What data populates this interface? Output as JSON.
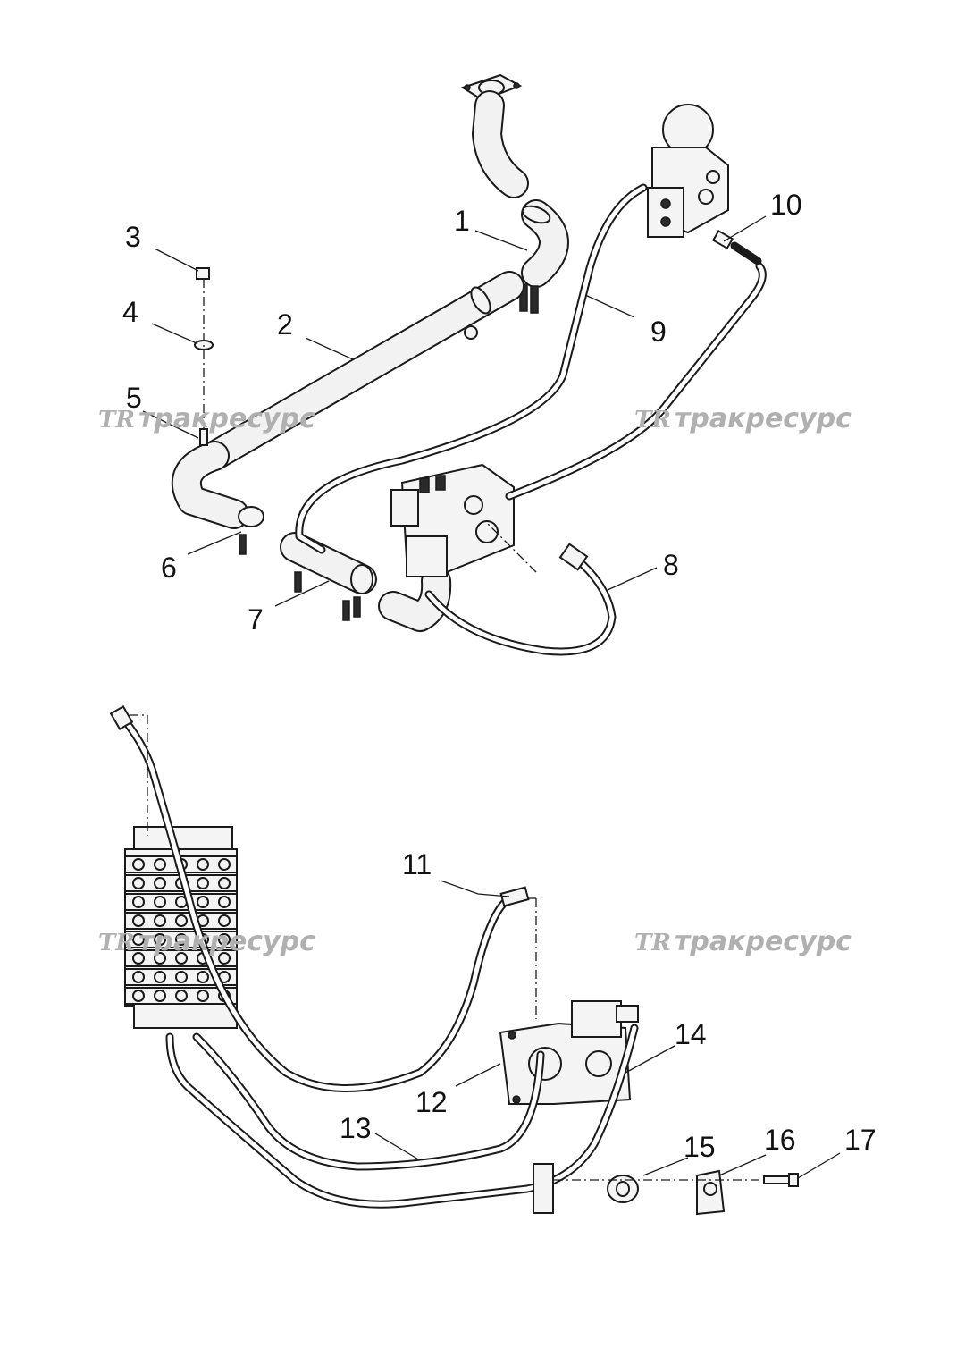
{
  "watermark": {
    "logo": "TR",
    "text": "тракресурс"
  },
  "callouts": {
    "c1": "1",
    "c2": "2",
    "c3": "3",
    "c4": "4",
    "c5": "5",
    "c6": "6",
    "c7": "7",
    "c8": "8",
    "c9": "9",
    "c10": "10",
    "c11": "11",
    "c12": "12",
    "c13": "13",
    "c14": "14",
    "c15": "15",
    "c16": "16",
    "c17": "17"
  }
}
